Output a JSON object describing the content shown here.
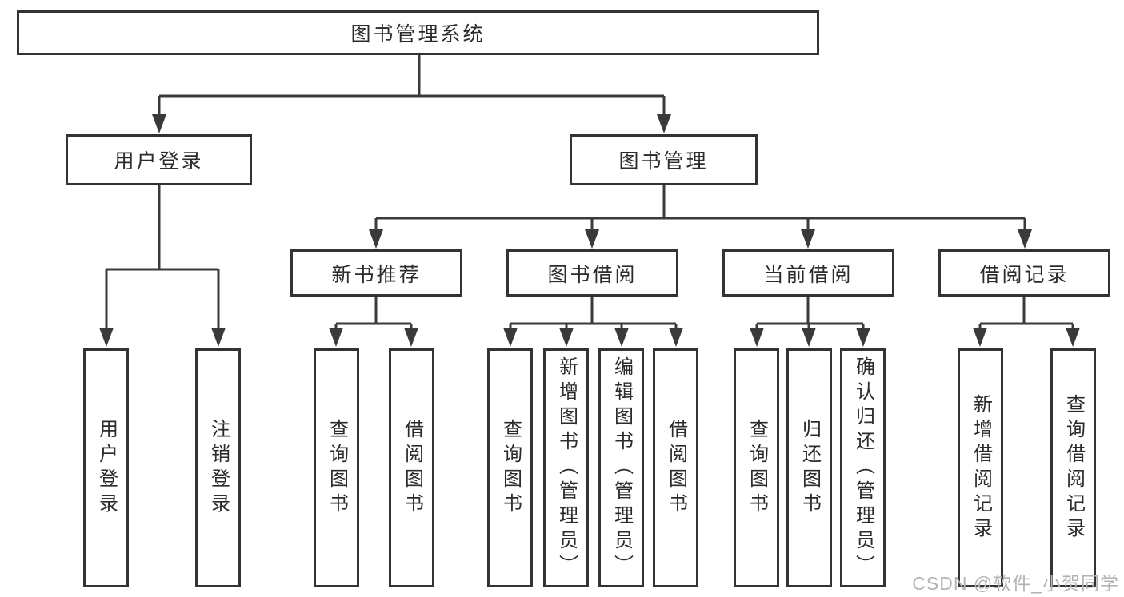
{
  "diagram": {
    "title": "图书管理系统",
    "level2": {
      "user_login": "用户登录",
      "book_management": "图书管理"
    },
    "level3": {
      "new_book_recommend": "新书推荐",
      "book_borrow": "图书借阅",
      "current_borrow": "当前借阅",
      "borrow_records": "借阅记录"
    },
    "leaves": {
      "user_login": [
        "用户登录",
        "注销登录"
      ],
      "new_book_recommend": [
        "查询图书",
        "借阅图书"
      ],
      "book_borrow": [
        "查询图书",
        "新增图书（管理员）",
        "编辑图书（管理员）",
        "借阅图书"
      ],
      "current_borrow": [
        "查询图书",
        "归还图书",
        "确认归还（管理员）"
      ],
      "borrow_records": [
        "新增借阅记录",
        "查询借阅记录"
      ]
    }
  },
  "watermark": {
    "text": "CSDN @软件_小贺同学"
  },
  "colors": {
    "line": "#3a3a3a",
    "box_border": "#333333",
    "text": "#2b2b2b",
    "watermark": "#b3b3b3",
    "background": "#ffffff"
  }
}
